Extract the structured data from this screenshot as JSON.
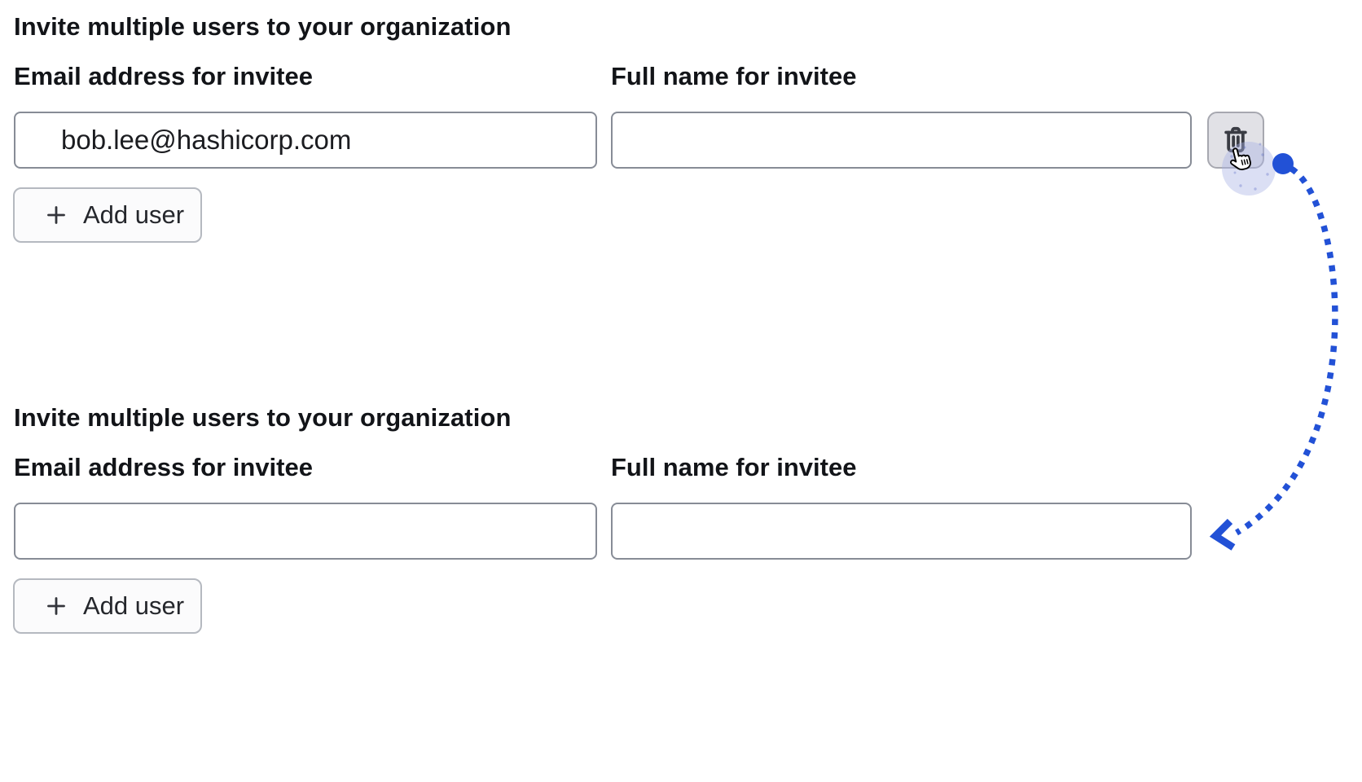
{
  "sections": [
    {
      "heading": "Invite multiple users to your organization",
      "fields": [
        {
          "label": "Email address for invitee",
          "value": "bob.lee@hashicorp.com"
        },
        {
          "label": "Full name for invitee",
          "value": ""
        }
      ],
      "add_user_label": "Add user",
      "has_delete_button": true
    },
    {
      "heading": "Invite multiple users to your organization",
      "fields": [
        {
          "label": "Email address for invitee",
          "value": ""
        },
        {
          "label": "Full name for invitee",
          "value": ""
        }
      ],
      "add_user_label": "Add user",
      "has_delete_button": false
    }
  ],
  "icons": {
    "delete": "trash-icon",
    "add": "plus-icon",
    "cursor": "hand-pointer-cursor"
  },
  "annotation": {
    "arrow_color": "#2251d6",
    "highlight_color": "#aab3e4",
    "describes": "delete-row-action-moves-to-empty-form"
  },
  "colors": {
    "text": "#121418",
    "input_border": "#878c96",
    "button_border": "#b5b9c0",
    "delete_button_bg": "#e1e1e6",
    "icon": "#3a3c44"
  }
}
